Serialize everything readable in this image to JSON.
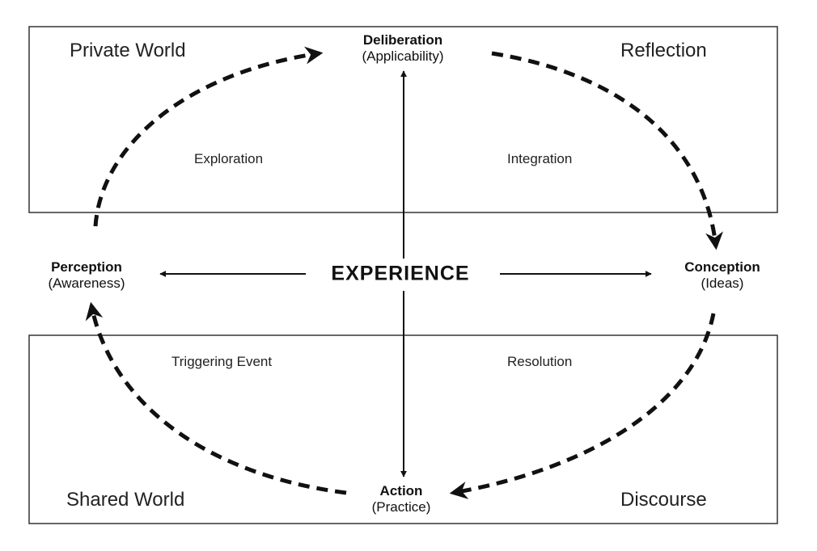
{
  "colors": {
    "line": "#111111",
    "box_border": "#333333",
    "background": "#ffffff"
  },
  "regions": {
    "top_left": "Private World",
    "top_right": "Reflection",
    "bottom_left": "Shared World",
    "bottom_right": "Discourse"
  },
  "phases": {
    "upper_left": "Exploration",
    "upper_right": "Integration",
    "lower_left": "Triggering Event",
    "lower_right": "Resolution"
  },
  "nodes": {
    "top": {
      "title": "Deliberation",
      "sub": "(Applicability)"
    },
    "left": {
      "title": "Perception",
      "sub": "(Awareness)"
    },
    "right": {
      "title": "Conception",
      "sub": "(Ideas)"
    },
    "bottom": {
      "title": "Action",
      "sub": "(Practice)"
    }
  },
  "center": "EXPERIENCE"
}
